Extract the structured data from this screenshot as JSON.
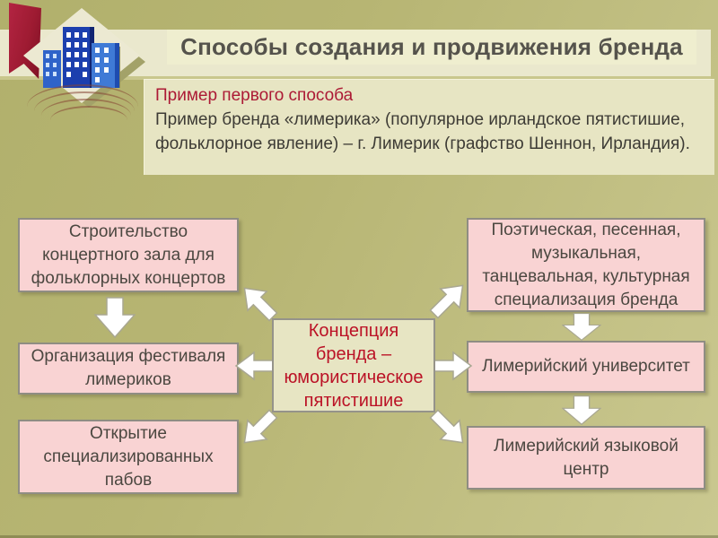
{
  "slide": {
    "title": "Способы создания и продвижения бренда",
    "intro": {
      "heading": "Пример первого способа",
      "body": "Пример бренда «лимерика» (популярное ирландское пятистишие, фольклорное явление) – г. Лимерик (графство Шеннон, Ирландия)."
    },
    "diagram": {
      "center": {
        "label": "Концепция бренда – юмористическое пятистишие"
      },
      "left": [
        {
          "label": "Строительство концертного зала для фольклорных концертов"
        },
        {
          "label": "Организация фестиваля лимериков"
        },
        {
          "label": "Открытие специализированных пабов"
        }
      ],
      "right": [
        {
          "label": "Поэтическая, песенная, музыкальная, танцевальная, культурная специализация бренда"
        },
        {
          "label": "Лимерийский университет"
        },
        {
          "label": "Лимерийский языковой центр"
        }
      ]
    },
    "icons": {
      "logo": "city-buildings-logo",
      "ribbon": "red-ribbon",
      "arrows": "white-block-arrows"
    },
    "colors": {
      "background_olive": "#b7b573",
      "band_cream": "#eae8cd",
      "title_text": "#55534c",
      "accent_red": "#ac1a35",
      "center_text_red": "#bb1226",
      "box_pink": "#f9d3d3",
      "box_border_gray": "#8f8d83",
      "arrow_fill": "#ffffff",
      "building_blue": "#2f63c9",
      "ribbon_red": "#9e1b32"
    }
  }
}
